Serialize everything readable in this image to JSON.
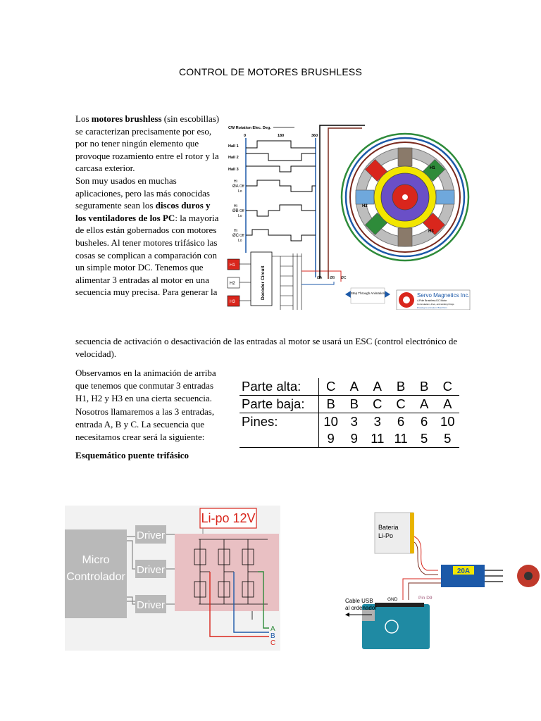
{
  "title": "CONTROL DE MOTORES BRUSHLESS",
  "intro": {
    "t1": "Los ",
    "b1": "motores brushless",
    "t2": " (sin escobillas) se caracterizan precisamente por eso, por no tener ningún elemento que provoque rozamiento entre el rotor y la carcasa exterior.",
    "t3": "Son muy usados en muchas aplicaciones, pero las más conocidas seguramente sean los ",
    "b2": "discos duros y los ventiladores de los PC",
    "t4": ": la mayoria de ellos están gobernados con motores busheles.  Al tener motores trifásico las cosas se complican a comparación con un simple motor DC. Tenemos que alimentar 3 entradas al motor en una secuencia muy precisa. Para generar la",
    "t5": "secuencia de activación o desactivación de las entradas al motor se usará un ESC (control electrónico de velocidad)."
  },
  "para2": "Observamos en la animación de arriba que tenemos que conmutar 3 entradas H1, H2 y H3 en una cierta secuencia. Nosotros llamaremos a las 3 entradas, entrada A, B y C. La secuencia que necesitamos crear será la siguiente:",
  "heading2": "Esquemático puente trifásico",
  "sequence_table": {
    "rows": [
      {
        "label": "Parte alta:",
        "cells": [
          "C",
          "A",
          "A",
          "B",
          "B",
          "C"
        ]
      },
      {
        "label": "Parte baja:",
        "cells": [
          "B",
          "B",
          "C",
          "C",
          "A",
          "A"
        ]
      },
      {
        "label": "Pines:",
        "cells": [
          "10",
          "3",
          "3",
          "6",
          "6",
          "10"
        ]
      },
      {
        "label": "",
        "cells": [
          "9",
          "9",
          "11",
          "11",
          "5",
          "5"
        ]
      }
    ]
  },
  "motor_figure": {
    "rotation_label": "CW Rotation Elec. Deg.",
    "ticks": [
      "0",
      "180",
      "360"
    ],
    "hall_labels": [
      "Hall 1",
      "Hall 2",
      "Hall 3"
    ],
    "phase_labels": [
      "ØA",
      "ØB",
      "ØC"
    ],
    "level_labels": [
      "Hi",
      "Off",
      "Lo"
    ],
    "h_buttons": [
      "H1",
      "H2",
      "H3"
    ],
    "decoder_label": "Decoder Circuit",
    "step_label": "Step Through Animation",
    "motor_labels": [
      "H1",
      "H2",
      "H3"
    ],
    "brand": "Servo Magnetics Inc.",
    "brand_sub": "4-Pole Brushless DC Motor",
    "brand_sub2": "Commutation, drive, and winding things",
    "brand_sub3": "Drawing & animation: Brad Pern",
    "colors": {
      "red": "#d9261c",
      "blue": "#1c59a8",
      "green": "#2e8b3a",
      "brown": "#7a2a1e",
      "yellow": "#f2e600"
    }
  },
  "bridge_figure": {
    "micro_label": "Micro Controlador",
    "driver_labels": [
      "Driver",
      "Driver",
      "Driver"
    ],
    "lipo_label": "Li-po 12V",
    "phase_labels": [
      "A",
      "B",
      "C"
    ]
  },
  "esc_figure": {
    "battery_label": "Bateria Li-Po",
    "esc_label": "20A",
    "pin_label": "Pin D9",
    "gnd_label": "GND",
    "usb_label": "Cable USB al ordenador"
  }
}
